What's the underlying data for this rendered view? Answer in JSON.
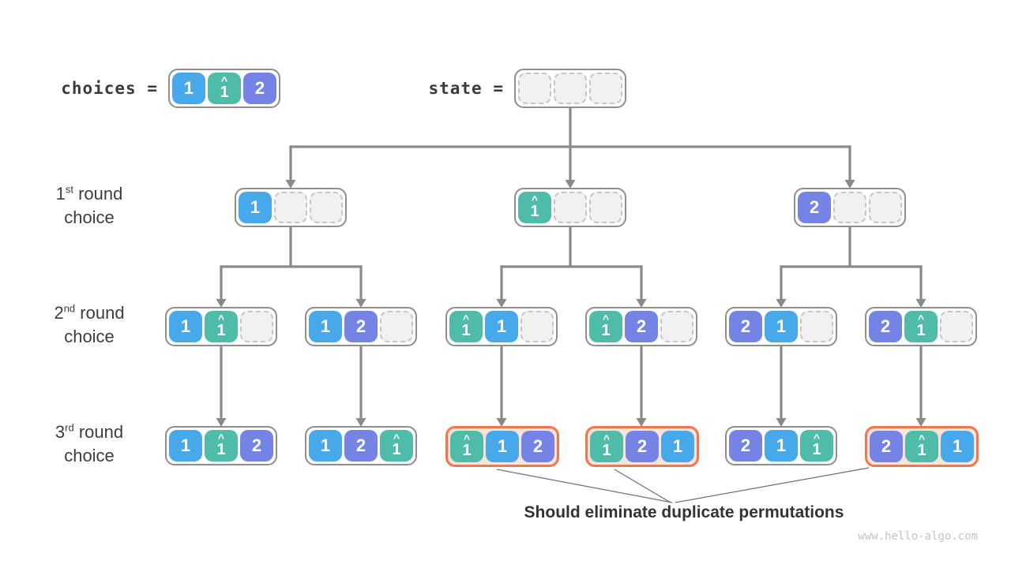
{
  "palette": {
    "blue": "#47a8ea",
    "teal": "#4ebca8",
    "purple": "#7583e4",
    "duplicate_border": "#f2764d",
    "duplicate_fill": "#fbe3dc",
    "node_border": "#8e8e8e",
    "connector_gray": "#8a8a8a",
    "empty_cell_fill": "#f1f1f1",
    "empty_cell_border": "#c6c6c6",
    "text_dark": "#3b3b3b",
    "watermark_gray": "#c4c4c4"
  },
  "header": {
    "choices_label": "choices =",
    "state_label": "state ="
  },
  "choices_node": {
    "cells": [
      {
        "v": "1",
        "c": "blue"
      },
      {
        "v": "1",
        "c": "teal",
        "hat": true
      },
      {
        "v": "2",
        "c": "purple"
      }
    ]
  },
  "row_labels": [
    {
      "num": "1",
      "sup": "st",
      "word": "round",
      "line2": "choice"
    },
    {
      "num": "2",
      "sup": "nd",
      "word": "round",
      "line2": "choice"
    },
    {
      "num": "3",
      "sup": "rd",
      "word": "round",
      "line2": "choice"
    }
  ],
  "tree": {
    "root": {
      "cells": [
        null,
        null,
        null
      ]
    },
    "row1": [
      {
        "cells": [
          {
            "v": "1",
            "c": "blue"
          },
          null,
          null
        ]
      },
      {
        "cells": [
          {
            "v": "1",
            "c": "teal",
            "hat": true
          },
          null,
          null
        ]
      },
      {
        "cells": [
          {
            "v": "2",
            "c": "purple"
          },
          null,
          null
        ]
      }
    ],
    "row2": [
      {
        "cells": [
          {
            "v": "1",
            "c": "blue"
          },
          {
            "v": "1",
            "c": "teal",
            "hat": true
          },
          null
        ]
      },
      {
        "cells": [
          {
            "v": "1",
            "c": "blue"
          },
          {
            "v": "2",
            "c": "purple"
          },
          null
        ]
      },
      {
        "cells": [
          {
            "v": "1",
            "c": "teal",
            "hat": true
          },
          {
            "v": "1",
            "c": "blue"
          },
          null
        ]
      },
      {
        "cells": [
          {
            "v": "1",
            "c": "teal",
            "hat": true
          },
          {
            "v": "2",
            "c": "purple"
          },
          null
        ]
      },
      {
        "cells": [
          {
            "v": "2",
            "c": "purple"
          },
          {
            "v": "1",
            "c": "blue"
          },
          null
        ]
      },
      {
        "cells": [
          {
            "v": "2",
            "c": "purple"
          },
          {
            "v": "1",
            "c": "teal",
            "hat": true
          },
          null
        ]
      }
    ],
    "row3": [
      {
        "cells": [
          {
            "v": "1",
            "c": "blue"
          },
          {
            "v": "1",
            "c": "teal",
            "hat": true
          },
          {
            "v": "2",
            "c": "purple"
          }
        ]
      },
      {
        "cells": [
          {
            "v": "1",
            "c": "blue"
          },
          {
            "v": "2",
            "c": "purple"
          },
          {
            "v": "1",
            "c": "teal",
            "hat": true
          }
        ]
      },
      {
        "cells": [
          {
            "v": "1",
            "c": "teal",
            "hat": true
          },
          {
            "v": "1",
            "c": "blue"
          },
          {
            "v": "2",
            "c": "purple"
          }
        ],
        "dup": true
      },
      {
        "cells": [
          {
            "v": "1",
            "c": "teal",
            "hat": true
          },
          {
            "v": "2",
            "c": "purple"
          },
          {
            "v": "1",
            "c": "blue"
          }
        ],
        "dup": true
      },
      {
        "cells": [
          {
            "v": "2",
            "c": "purple"
          },
          {
            "v": "1",
            "c": "blue"
          },
          {
            "v": "1",
            "c": "teal",
            "hat": true
          }
        ]
      },
      {
        "cells": [
          {
            "v": "2",
            "c": "purple"
          },
          {
            "v": "1",
            "c": "teal",
            "hat": true
          },
          {
            "v": "1",
            "c": "blue"
          }
        ],
        "dup": true
      }
    ]
  },
  "note": "Should eliminate duplicate permutations",
  "watermark": "www.hello-algo.com"
}
